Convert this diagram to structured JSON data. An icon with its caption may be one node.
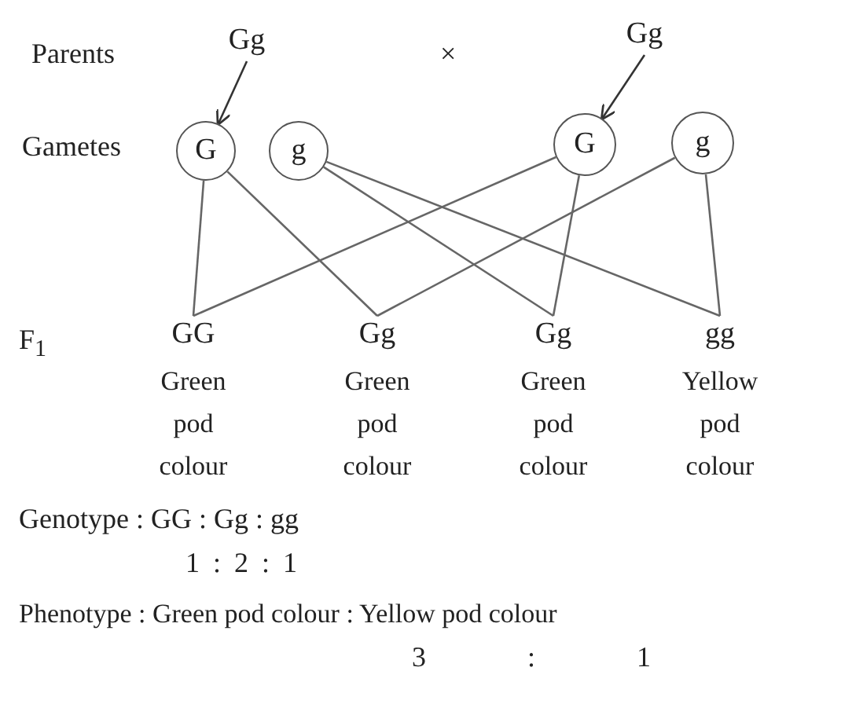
{
  "diagram": {
    "nodes": [
      {
        "text": [
          "Gg"
        ]
      },
      {
        "text": [
          "Gg"
        ]
      },
      {
        "text": [
          "G"
        ]
      },
      {
        "text": [
          "g"
        ]
      },
      {
        "text": [
          "G"
        ]
      },
      {
        "text": [
          "g"
        ]
      },
      {
        "text": [
          "GG"
        ],
        "beside": [
          "Green pod colour"
        ]
      },
      {
        "text": [
          "Gg"
        ],
        "beside": [
          "Green pod colour"
        ]
      },
      {
        "text": [
          "Gg"
        ],
        "beside": [
          "Green pod colour"
        ]
      },
      {
        "text": [
          "gg"
        ],
        "beside": [
          "Yellow pod colour"
        ]
      }
    ],
    "edges": [
      {
        "from": 0,
        "to": 2,
        "arrow": "to"
      },
      {
        "from": 1,
        "to": 4,
        "arrow": "to"
      },
      {
        "from": 2,
        "to": 6,
        "arrow": "none"
      },
      {
        "from": 2,
        "to": 7,
        "arrow": "none"
      },
      {
        "from": 3,
        "to": 8,
        "arrow": "none"
      },
      {
        "from": 3,
        "to": 9,
        "arrow": "none"
      },
      {
        "from": 4,
        "to": 6,
        "arrow": "none"
      },
      {
        "from": 4,
        "to": 8,
        "arrow": "none"
      },
      {
        "from": 5,
        "to": 7,
        "arrow": "none"
      },
      {
        "from": 5,
        "to": 9,
        "arrow": "none"
      }
    ],
    "labels": [
      "Parents",
      "×",
      "Gametes",
      "F$_{1}$",
      "Genotype : GG : Gg : gg",
      "1 : 2 : 1",
      "Phenotype : Green pod colour : Yellow pod colour",
      "3 : 1"
    ]
  }
}
